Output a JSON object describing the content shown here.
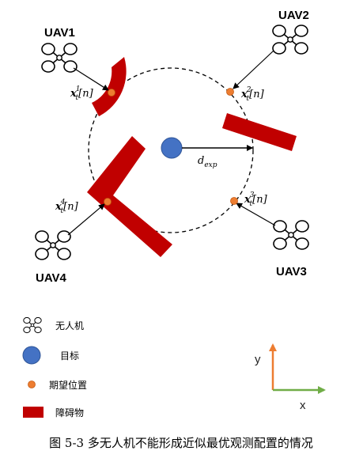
{
  "uavs": [
    {
      "id": "uav1",
      "label": "UAV1",
      "target": {
        "base": "x",
        "sub": "t",
        "sup": "1",
        "arg": "[n]"
      }
    },
    {
      "id": "uav2",
      "label": "UAV2",
      "target": {
        "base": "x",
        "sub": "t",
        "sup": "2",
        "arg": "[n]"
      }
    },
    {
      "id": "uav3",
      "label": "UAV3",
      "target": {
        "base": "x",
        "sub": "t",
        "sup": "3",
        "arg": "[n]"
      }
    },
    {
      "id": "uav4",
      "label": "UAV4",
      "target": {
        "base": "x",
        "sub": "t",
        "sup": "4",
        "arg": "[n]"
      }
    }
  ],
  "distance_label": {
    "base": "d",
    "sub": "exp"
  },
  "legend": {
    "uav": "无人机",
    "target": "目标",
    "desired_position": "期望位置",
    "obstacle": "障碍物"
  },
  "axes": {
    "x": "x",
    "y": "y"
  },
  "caption": "图 5-3  多无人机不能形成近似最优观测配置的情况",
  "colors": {
    "obstacle": "#c00000",
    "target": "#4472c4",
    "desired": "#ed7d31",
    "axis_x": "#70ad47",
    "axis_y": "#ed7d31"
  }
}
